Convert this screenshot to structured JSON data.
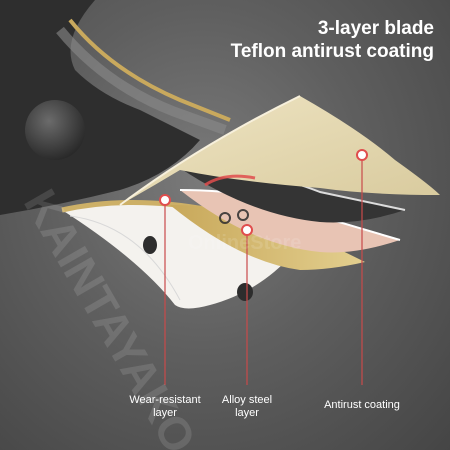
{
  "headline": {
    "line1": "3-layer blade",
    "line2": "Teflon antirust coating"
  },
  "callouts": {
    "wear_resistant": [
      "Wear-resistant",
      "layer"
    ],
    "alloy_steel": [
      "Alloy steel",
      "layer"
    ],
    "antirust": "Antirust coating"
  },
  "watermarks": {
    "store": "OnlineStore",
    "brand": "KAINTAYAKO"
  },
  "colors": {
    "background": "#5f5f5f",
    "coating": "#e6dbb6",
    "steel": "#3a3a3a",
    "alloy": "#e8c4b4",
    "gold": "#d7bf7d",
    "marker": "#e04d4d"
  }
}
